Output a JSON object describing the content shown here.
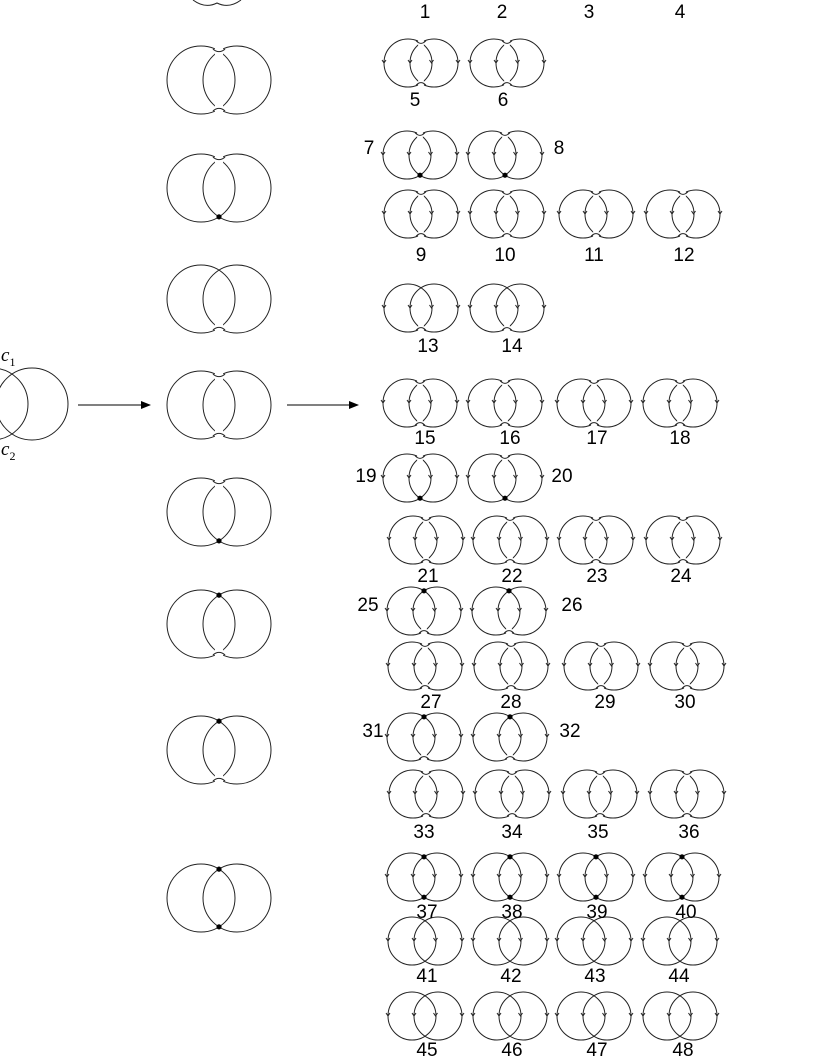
{
  "source_labels": {
    "c1_letter": "c",
    "c1_sub": "1",
    "c2_letter": "c",
    "c2_sub": "2"
  },
  "numbers": [
    "1",
    "2",
    "3",
    "4",
    "5",
    "6",
    "7",
    "8",
    "9",
    "10",
    "11",
    "12",
    "13",
    "14",
    "15",
    "16",
    "17",
    "18",
    "19",
    "20",
    "21",
    "22",
    "23",
    "24",
    "25",
    "26",
    "27",
    "28",
    "29",
    "30",
    "31",
    "32",
    "33",
    "34",
    "35",
    "36",
    "37",
    "38",
    "39",
    "40",
    "41",
    "42",
    "43",
    "44",
    "45",
    "46",
    "47",
    "48"
  ]
}
